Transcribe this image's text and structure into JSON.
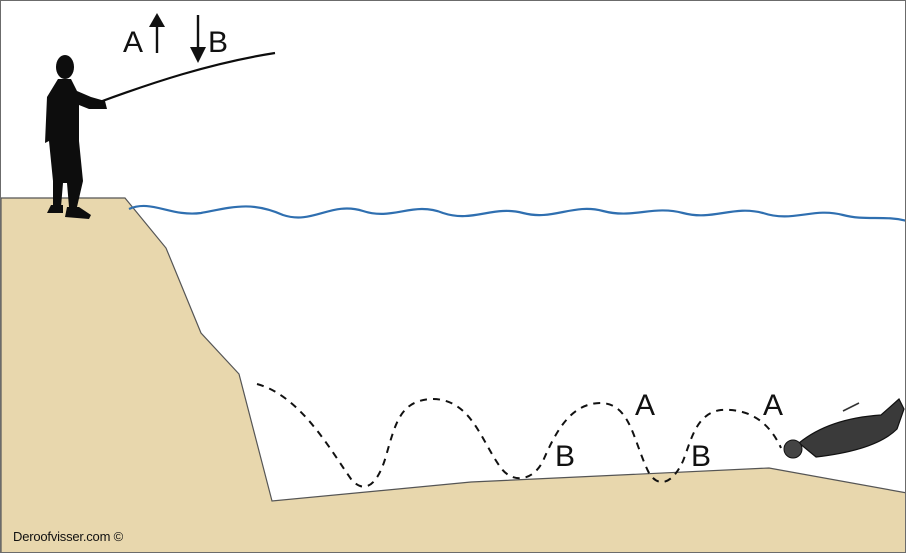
{
  "labels": {
    "top_a": "A",
    "top_b": "B",
    "bottom_a1": "A",
    "bottom_a2": "A",
    "bottom_b1": "B",
    "bottom_b2": "B"
  },
  "credit": "Deroofvisser.com ©",
  "colors": {
    "sand": "#e8d7ad",
    "water_line": "#2f6fb0",
    "silhouette": "#0d0d0d",
    "frame": "#6b6b6b"
  },
  "icons": {
    "angler": "fishing-person-silhouette",
    "lure": "soft-bait-jighead",
    "arrow_up": "arrow-up-icon",
    "arrow_down": "arrow-down-icon"
  }
}
